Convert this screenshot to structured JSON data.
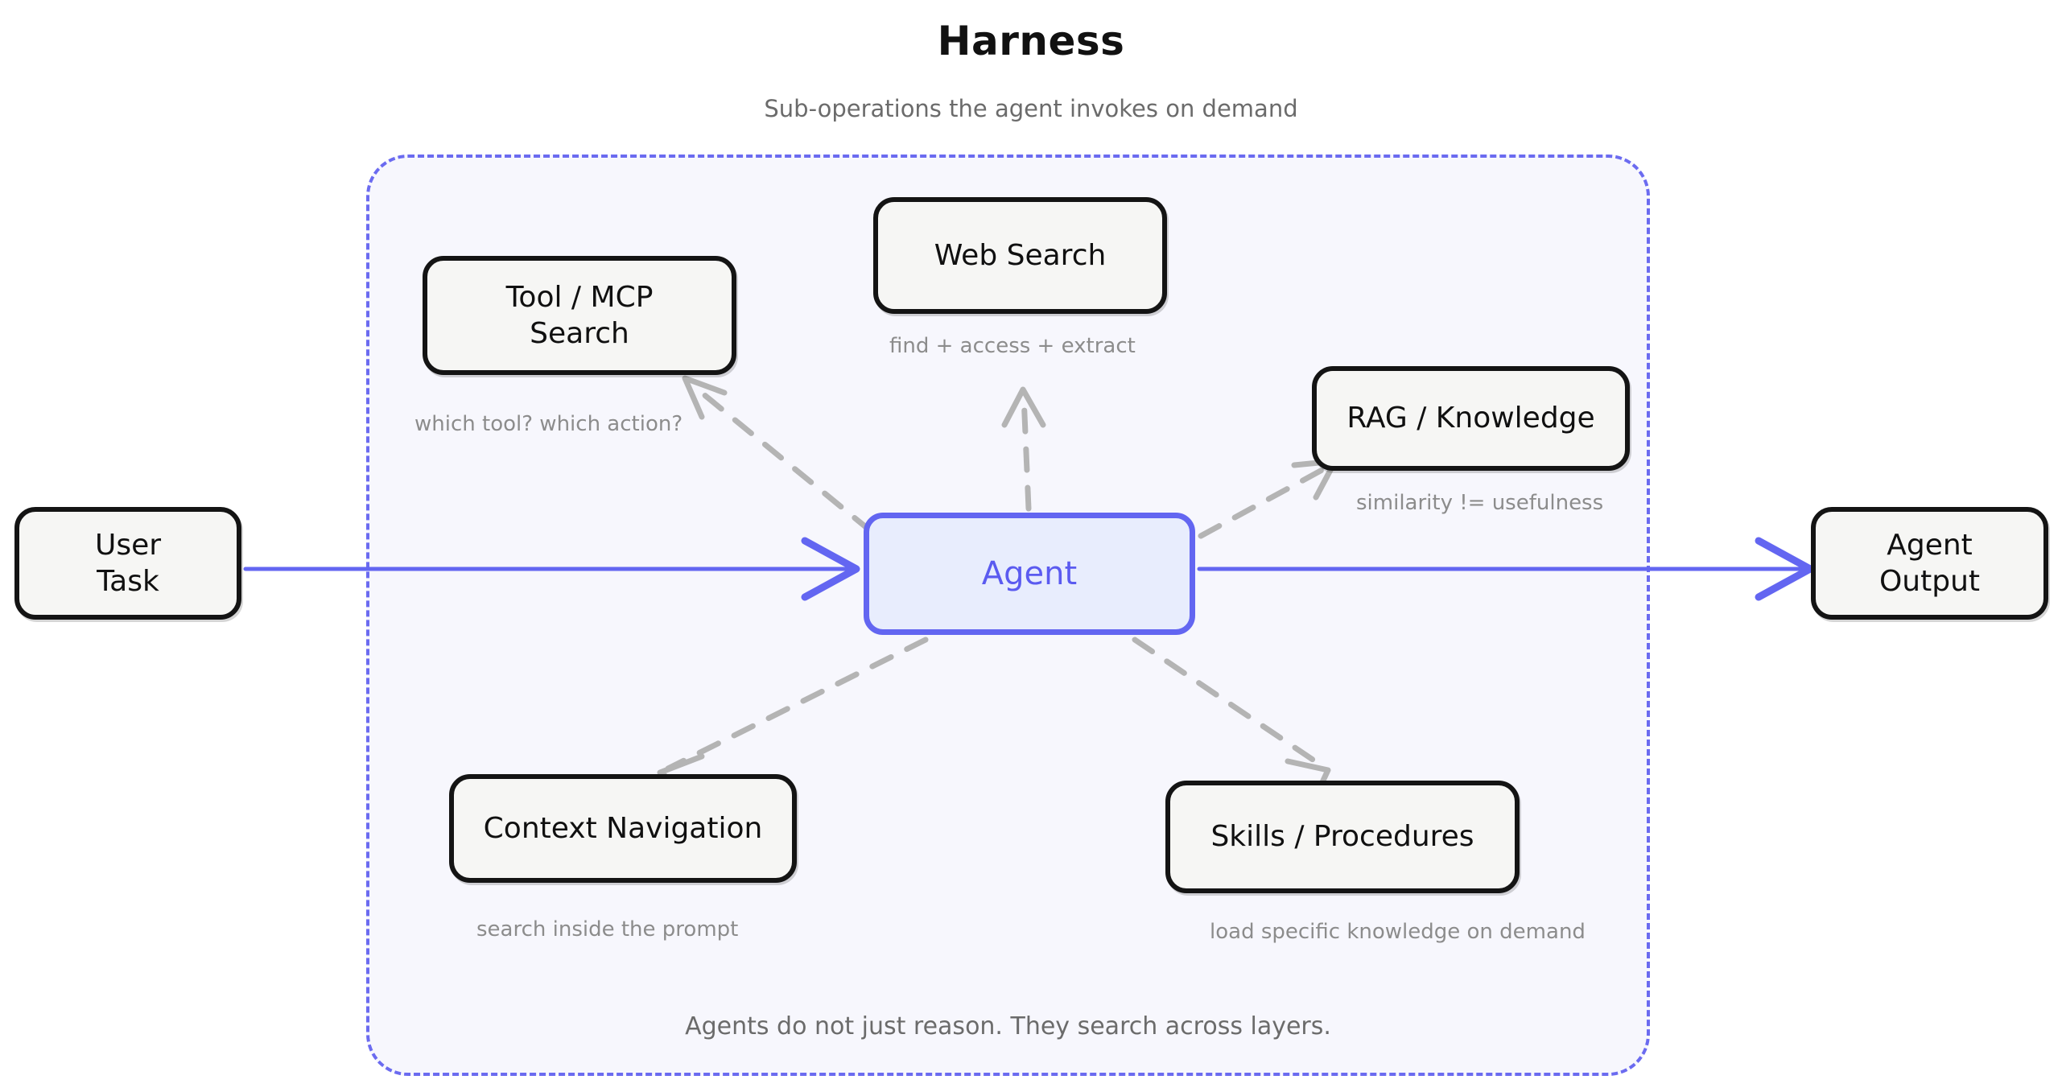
{
  "header": {
    "title": "Harness",
    "subtitle": "Sub-operations the agent invokes on demand"
  },
  "harness": {
    "footnote": "Agents do not just reason. They search across layers."
  },
  "nodes": {
    "user_task": "User\nTask",
    "agent_output": "Agent\nOutput",
    "agent": "Agent",
    "tool_mcp_search": "Tool / MCP\nSearch",
    "web_search": "Web Search",
    "rag_knowledge": "RAG / Knowledge",
    "context_navigation": "Context Navigation",
    "skills_procedures": "Skills / Procedures"
  },
  "captions": {
    "tool_mcp_search": "which tool? which action?",
    "web_search": "find + access + extract",
    "rag_knowledge": "similarity != usefulness",
    "context_navigation": "search inside the prompt",
    "skills_procedures": "load specific knowledge on demand"
  },
  "colors": {
    "accent": "#6366f1",
    "container_border": "#6b6bf0",
    "container_fill": "#f7f7fd",
    "node_border": "#141414",
    "node_fill": "#f6f6f4",
    "agent_fill": "#e8edfd",
    "caption_text": "#8c8c8c",
    "connector_dashed": "#b4b4b4"
  },
  "connectors": [
    {
      "from": "user_task",
      "to": "agent",
      "style": "solid",
      "color": "#6366f1"
    },
    {
      "from": "agent",
      "to": "agent_output",
      "style": "solid",
      "color": "#6366f1"
    },
    {
      "from": "agent",
      "to": "tool_mcp_search",
      "style": "dashed",
      "color": "#b4b4b4"
    },
    {
      "from": "agent",
      "to": "web_search",
      "style": "dashed",
      "color": "#b4b4b4"
    },
    {
      "from": "agent",
      "to": "rag_knowledge",
      "style": "dashed",
      "color": "#b4b4b4"
    },
    {
      "from": "agent",
      "to": "context_navigation",
      "style": "dashed",
      "color": "#b4b4b4"
    },
    {
      "from": "agent",
      "to": "skills_procedures",
      "style": "dashed",
      "color": "#b4b4b4"
    }
  ]
}
